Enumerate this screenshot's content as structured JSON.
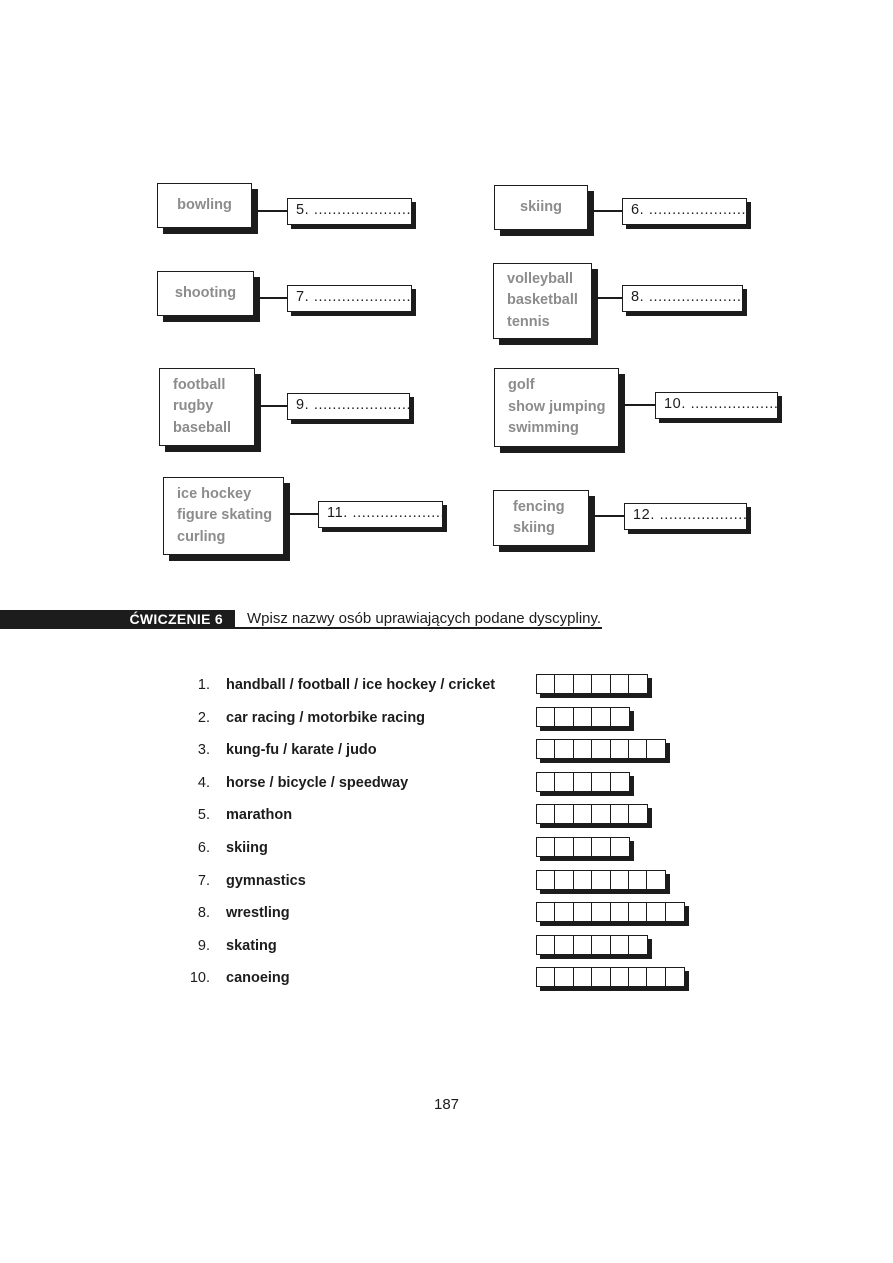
{
  "colors": {
    "ink": "#1c1c1c",
    "muted": "#8c8c8c"
  },
  "matching": {
    "pairs": [
      {
        "lines": [
          "bowling"
        ],
        "blank": "5. ....................."
      },
      {
        "lines": [
          "skiing"
        ],
        "blank": "6. ....................."
      },
      {
        "lines": [
          "shooting"
        ],
        "blank": "7. ....................."
      },
      {
        "lines": [
          "volleyball",
          "basketball",
          "tennis"
        ],
        "blank": "8. ....................."
      },
      {
        "lines": [
          "football",
          "rugby",
          "baseball"
        ],
        "blank": "9. ....................."
      },
      {
        "lines": [
          "golf",
          "show jumping",
          "swimming"
        ],
        "blank": "10. ...................."
      },
      {
        "lines": [
          "ice hockey",
          "figure skating",
          "curling"
        ],
        "blank": "11. ...................."
      },
      {
        "lines": [
          "fencing",
          "skiing"
        ],
        "blank": "12. ...................."
      }
    ]
  },
  "exercise": {
    "badge": "ĆWICZENIE 6",
    "instruction": "Wpisz nazwy osób uprawiających podane dyscypliny.",
    "items": [
      {
        "num": "1.",
        "label": "handball / football / ice hockey / cricket",
        "cells": 6
      },
      {
        "num": "2.",
        "label": "car racing / motorbike racing",
        "cells": 5
      },
      {
        "num": "3.",
        "label": "kung-fu / karate / judo",
        "cells": 7
      },
      {
        "num": "4.",
        "label": "horse / bicycle / speedway",
        "cells": 5
      },
      {
        "num": "5.",
        "label": "marathon",
        "cells": 6
      },
      {
        "num": "6.",
        "label": "skiing",
        "cells": 5
      },
      {
        "num": "7.",
        "label": "gymnastics",
        "cells": 7
      },
      {
        "num": "8.",
        "label": "wrestling",
        "cells": 8
      },
      {
        "num": "9.",
        "label": "skating",
        "cells": 6
      },
      {
        "num": "10.",
        "label": "canoeing",
        "cells": 8
      }
    ]
  },
  "page_number": "187"
}
